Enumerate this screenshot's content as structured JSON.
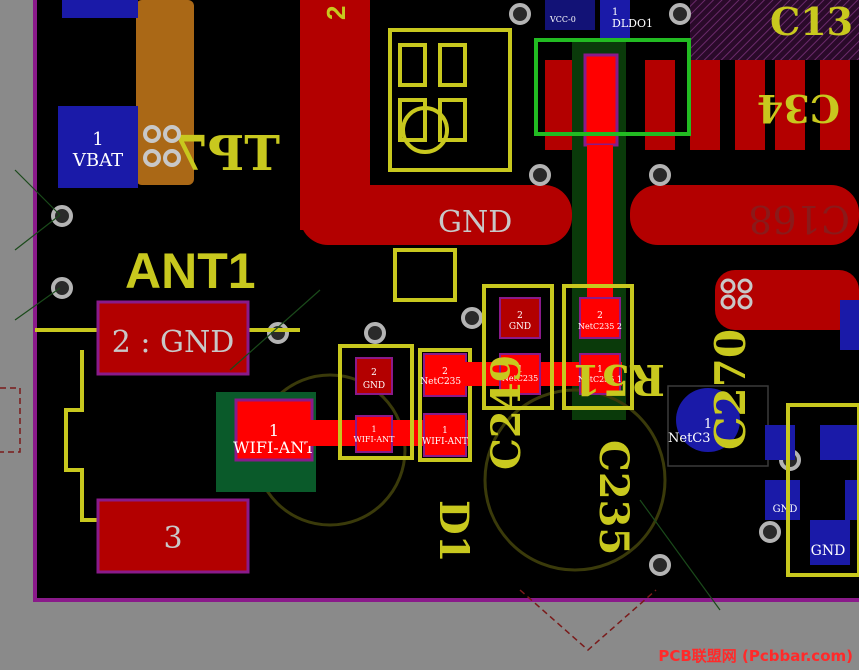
{
  "designators": {
    "ant1": "ANT1",
    "tp7": "TP7",
    "r51": "R51",
    "c249": "C249",
    "c235": "C235",
    "c270": "C270",
    "d1": "D1",
    "c168": "C168",
    "c34": "C34",
    "c3x": "C13",
    "digit_2": "2",
    "digit_3": "3"
  },
  "nets": {
    "gnd": "GND",
    "vbat": "VBAT",
    "dldo1": "DLDO1",
    "wifi_ant": "WIFI-ANT",
    "netc235": "NetC235",
    "netc3": "NetC3"
  },
  "pads": {
    "ant_pad1_num": "1",
    "ant_pad2_label": "2 : GND",
    "ant_pad3_num": "3",
    "vbat_num": "1",
    "pad_1": "1",
    "pad_2": "2",
    "netc235_1": "NetC235 1",
    "netc235_2": "NetC235 2",
    "vcc_near": "VCC-0"
  },
  "watermark": "PCB联盟网 (Pcbbar.com)",
  "colors": {
    "background": "#000000",
    "board_outside": "#8a8a8a",
    "silkscreen": "#c8c81e",
    "copper_top": "#b30000",
    "copper_highlight": "#ff0000",
    "copper_bottom": "#1a1aa8",
    "board_outline": "#8a1a8a",
    "selection_box": "#22bb22",
    "via": "#b4b4b4"
  }
}
